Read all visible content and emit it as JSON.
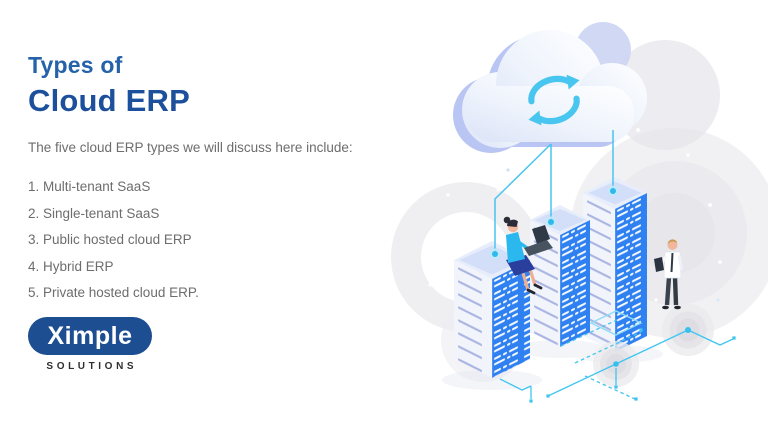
{
  "slide": {
    "title_line1": "Types of",
    "title_line2": "Cloud ERP",
    "intro": "The five cloud ERP types we will discuss here include:",
    "list_items": [
      "1. Multi-tenant SaaS",
      "2. Single-tenant SaaS",
      "3. Public hosted cloud ERP",
      "4. Hybrid ERP",
      "5. Private hosted cloud ERP."
    ]
  },
  "logo": {
    "brand": "Ximple",
    "tagline": "S O L U T I O N S",
    "tagline_plain": "SOLUTIONS"
  },
  "illustration": {
    "description": "Isometric illustration: white cloud with cyan sync arrows connected by cyan lines to three blue server towers; woman with laptop sitting on a server tower; man with tablet standing on a network node; circuit traces and ripple nodes on the floor",
    "icons": [
      "cloud-icon",
      "sync-icon",
      "server-tower",
      "connection-line",
      "network-node",
      "woman-laptop-figure",
      "man-tablet-figure",
      "circuit-lines",
      "ripple-node"
    ]
  },
  "colors": {
    "title_blue": "#2562a9",
    "title_blue_bold": "#1c509c",
    "body_gray": "#6d6d6d",
    "logo_blue": "#1d4e91",
    "logo_tagline_dark": "#2e2e2e",
    "accent_cyan": "#49c6ef",
    "server_panel_blue": "#2f80f0",
    "cloud_periwinkle": "#b9c5f2",
    "background_gray": "#ededf0"
  }
}
